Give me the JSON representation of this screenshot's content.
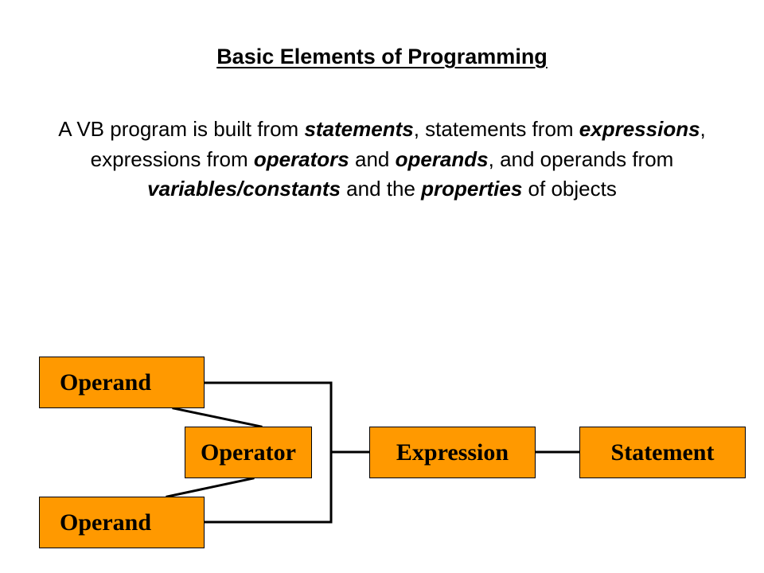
{
  "slide": {
    "title": "Basic Elements of Programming",
    "body": {
      "segments": [
        {
          "text": "A VB program is built from ",
          "emphasis": false
        },
        {
          "text": "statements",
          "emphasis": true
        },
        {
          "text": ", statements from ",
          "emphasis": false
        },
        {
          "text": "expressions",
          "emphasis": true
        },
        {
          "text": ", expressions from ",
          "emphasis": false
        },
        {
          "text": "operators",
          "emphasis": true
        },
        {
          "text": " and ",
          "emphasis": false
        },
        {
          "text": "operands",
          "emphasis": true
        },
        {
          "text": ", and operands from ",
          "emphasis": false
        },
        {
          "text": "variables/constants",
          "emphasis": true
        },
        {
          "text": " and the ",
          "emphasis": false
        },
        {
          "text": "properties",
          "emphasis": true
        },
        {
          "text": " of objects",
          "emphasis": false
        }
      ]
    }
  },
  "diagram": {
    "box_fill": "#ff9900",
    "line_color": "#000000",
    "nodes": {
      "operand_top": "Operand",
      "operator": "Operator",
      "operand_bottom": "Operand",
      "expression": "Expression",
      "statement": "Statement"
    }
  }
}
